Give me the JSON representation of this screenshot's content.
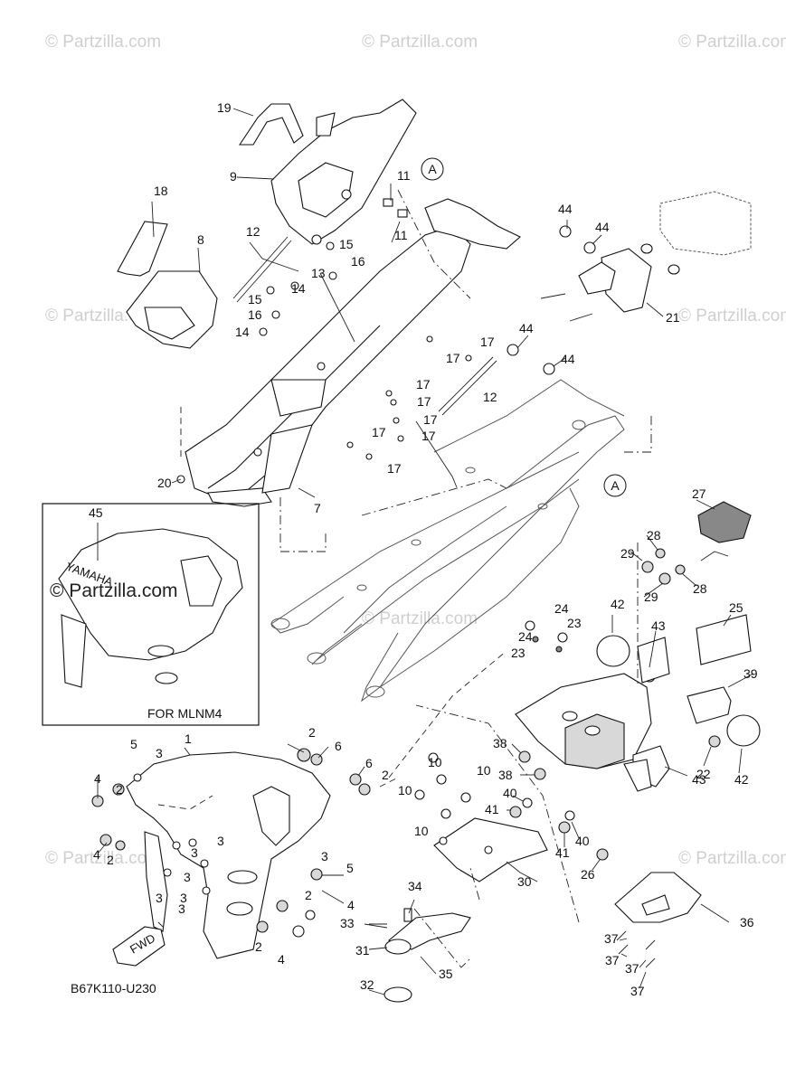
{
  "watermarks": {
    "text": "© Partzilla.com",
    "copies": 8
  },
  "inset": {
    "label": "FOR MLNM4",
    "part_no": "45",
    "brand_text": "YAMAHA",
    "watermark": "© Partzilla.com"
  },
  "ref_markers": [
    "A",
    "A"
  ],
  "fwd_label": "FWD",
  "diagram_code": "B67K110-U230",
  "callouts": [
    "1",
    "2",
    "3",
    "4",
    "5",
    "6",
    "7",
    "8",
    "9",
    "10",
    "11",
    "12",
    "13",
    "14",
    "15",
    "16",
    "17",
    "18",
    "19",
    "20",
    "21",
    "22",
    "23",
    "24",
    "25",
    "26",
    "27",
    "28",
    "29",
    "30",
    "31",
    "32",
    "33",
    "34",
    "35",
    "36",
    "37",
    "38",
    "39",
    "40",
    "41",
    "42",
    "43",
    "44",
    "45"
  ],
  "colors": {
    "line": "#111111",
    "watermark": "#cfcfcf",
    "background": "#ffffff"
  }
}
